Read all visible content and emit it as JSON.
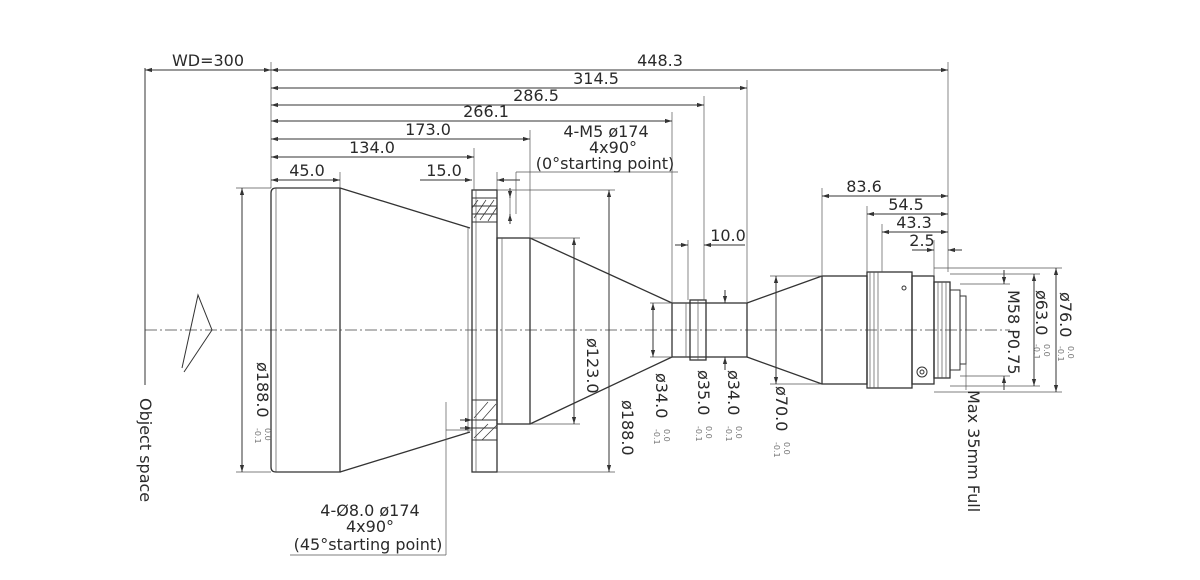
{
  "dimensions": {
    "wd": "WD=300",
    "total_length": "448.3",
    "l_314": "314.5",
    "l_286": "286.5",
    "l_266": "266.1",
    "l_173": "173.0",
    "l_134": "134.0",
    "l_45": "45.0",
    "l_15": "15.0",
    "l_10": "10.0",
    "l_83": "83.6",
    "l_54": "54.5",
    "l_43": "43.3",
    "l_2_5": "2.5"
  },
  "diameters": {
    "d188_front": "ø188.0",
    "d188_flange": "ø188.0",
    "d123": "ø123.0",
    "d34_a": "ø34.0",
    "d35": "ø35.0",
    "d34_b": "ø34.0",
    "d70": "ø70.0",
    "m58": "M58 P0.75",
    "d63": "ø63.0",
    "d76": "ø76.0"
  },
  "tolerances": {
    "upper": "0.0",
    "lower": "-0.1"
  },
  "notes": {
    "top_hole_1": "4-M5 ø174",
    "top_hole_2": "4x90°",
    "top_hole_3": "(0°starting point)",
    "bottom_hole_1": "4-Ø8.0  ø174",
    "bottom_hole_2": "4x90°",
    "bottom_hole_3": "(45°starting point)",
    "object_space": "Object space",
    "max_full": "Max 35mm Full"
  }
}
